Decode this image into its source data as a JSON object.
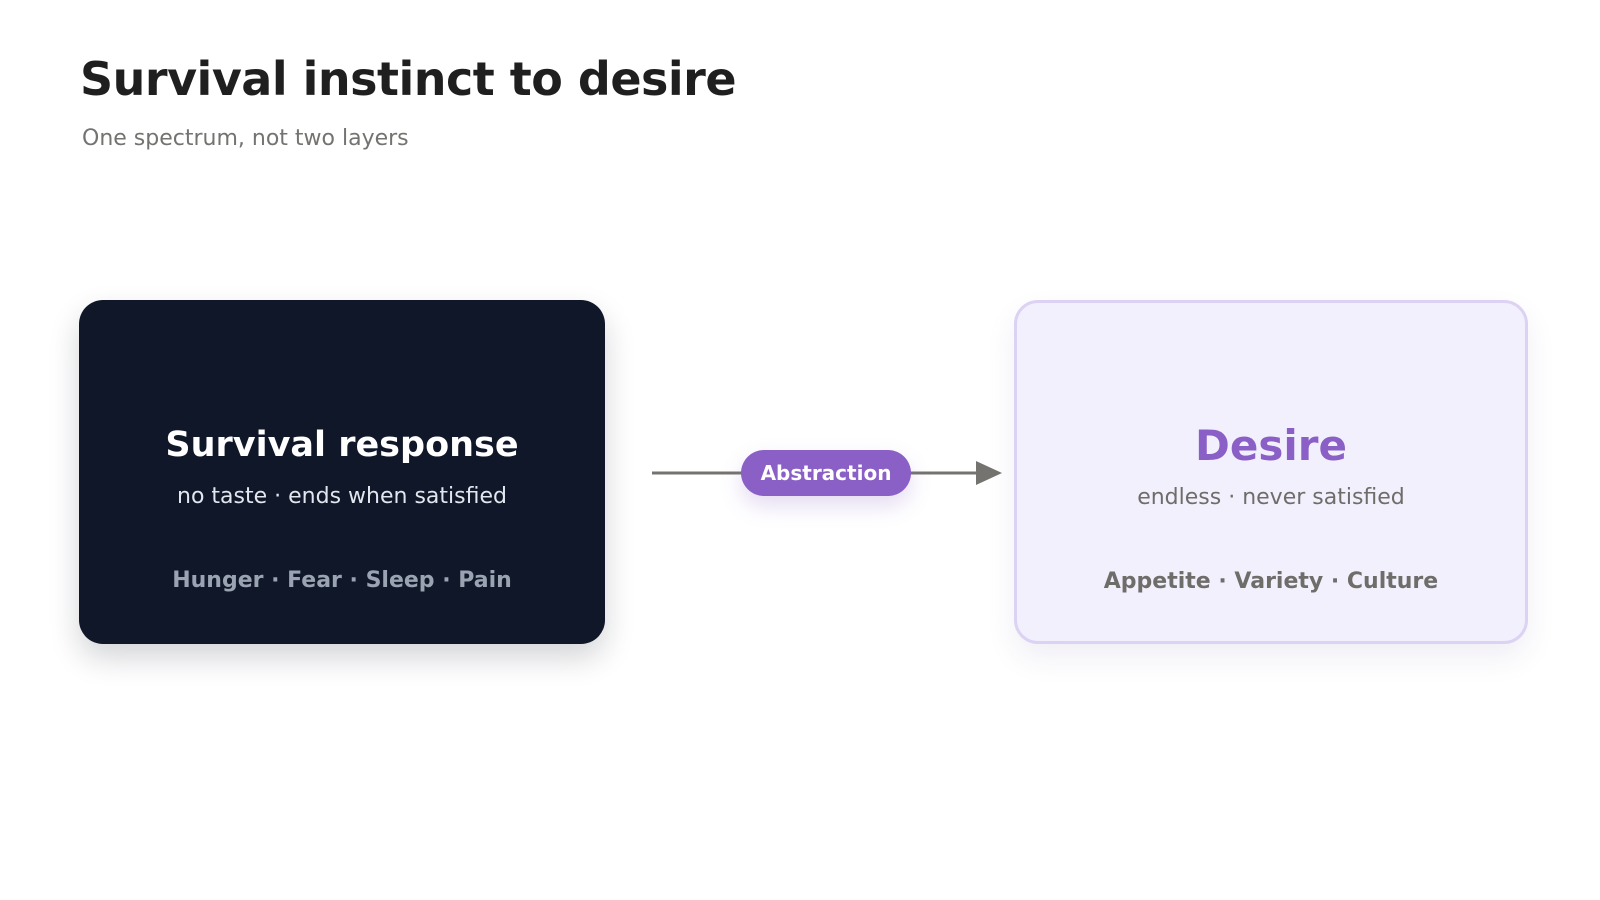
{
  "header": {
    "title": "Survival instinct to desire",
    "subtitle": "One spectrum, not two layers"
  },
  "left_card": {
    "title": "Survival response",
    "subtitle": "no taste · ends when satisfied",
    "items": "Hunger · Fear · Sleep · Pain"
  },
  "connector": {
    "label": "Abstraction"
  },
  "right_card": {
    "title": "Desire",
    "subtitle": "endless · never satisfied",
    "items": "Appetite · Variety · Culture"
  },
  "colors": {
    "dark_card": "#0f1728",
    "accent_purple": "#8a5fc6",
    "light_card": "#f3f0fd",
    "light_card_border": "#dcd2f4",
    "arrow": "#75736f"
  }
}
